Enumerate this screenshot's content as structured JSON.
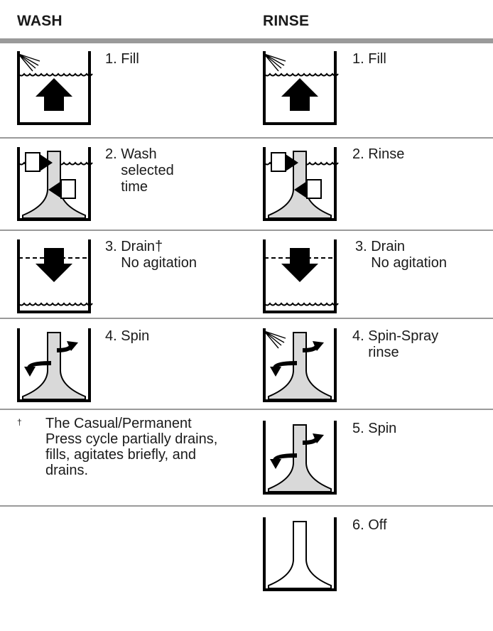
{
  "headers": {
    "wash": "WASH",
    "rinse": "RINSE"
  },
  "wash_steps": [
    {
      "label": "1. Fill",
      "icon": "fill-tank-icon"
    },
    {
      "label": "2. Wash\n    selected\n    time",
      "icon": "agitate-tank-icon"
    },
    {
      "label": "3. Drain†\n    No agitation",
      "icon": "drain-tank-icon"
    },
    {
      "label": "4. Spin",
      "icon": "spin-tank-icon"
    }
  ],
  "rinse_steps": [
    {
      "label": "1. Fill",
      "icon": "fill-tank-icon"
    },
    {
      "label": "2. Rinse",
      "icon": "agitate-tank-icon"
    },
    {
      "label": "3. Drain\n    No agitation",
      "icon": "drain-tank-icon"
    },
    {
      "label": "4. Spin-Spray\n    rinse",
      "icon": "spin-spray-tank-icon"
    },
    {
      "label": "5. Spin",
      "icon": "spin-tank-icon"
    },
    {
      "label": "6. Off",
      "icon": "off-tank-icon"
    }
  ],
  "footnote": {
    "mark": "†",
    "text": "The Casual/Permanent Press cycle partially drains, fills, agitates briefly, and drains."
  }
}
